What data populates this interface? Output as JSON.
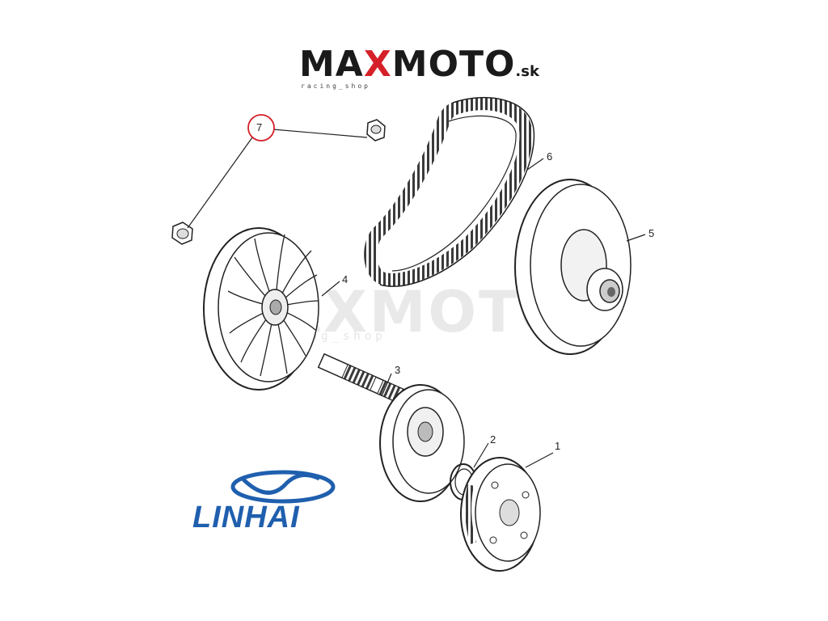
{
  "header_logo": {
    "main_prefix": "MA",
    "main_x": "X",
    "main_rest": "MOTO",
    "main_suffix": ".sk",
    "tagline": "racing_shop",
    "accent_color": "#d5202a"
  },
  "watermark": {
    "text": "MAXMOTO",
    "subtext": "racing_shop"
  },
  "callouts": [
    "1",
    "2",
    "3",
    "4",
    "5",
    "6",
    "7"
  ],
  "highlighted_callout": "7",
  "highlight_color": "#d5202a",
  "brand_logo": {
    "text": "LINHAI",
    "color": "#1f5fae"
  }
}
